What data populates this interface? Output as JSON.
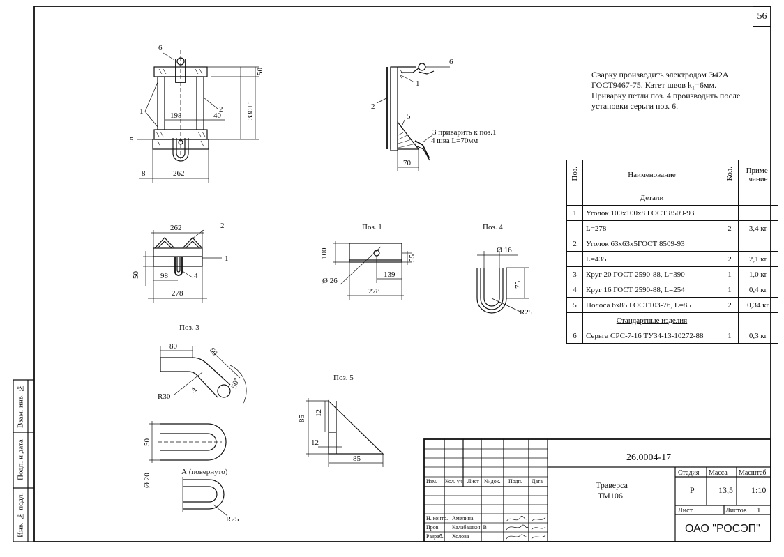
{
  "sheet_number": "56",
  "notes": [
    "Сварку производить электродом Э42А",
    "ГОСТ9467-75. Катет швов k₁=6мм.",
    "Приварку петли поз. 4 производить после",
    "установки серьги поз. 6."
  ],
  "spec_table": {
    "headers": {
      "pos": "Поз.",
      "name": "Наименование",
      "qty": "Кол.",
      "note": "Приме-\nчание"
    },
    "sections": {
      "details": "Детали",
      "standard": "Стандартные изделия"
    },
    "rows": [
      {
        "pos": "1",
        "name": "Уголок 100х100х8 ГОСТ 8509-93",
        "qty": "",
        "note": ""
      },
      {
        "pos": "",
        "name": "L=278",
        "qty": "2",
        "note": "3,4 кг"
      },
      {
        "pos": "2",
        "name": "Уголок 63х63х5ГОСТ 8509-93",
        "qty": "",
        "note": ""
      },
      {
        "pos": "",
        "name": "L=435",
        "qty": "2",
        "note": "2,1 кг"
      },
      {
        "pos": "3",
        "name": "Круг 20 ГОСТ 2590-88, L=390",
        "qty": "1",
        "note": "1,0 кг"
      },
      {
        "pos": "4",
        "name": "Круг 16 ГОСТ 2590-88, L=254",
        "qty": "1",
        "note": "0,4 кг"
      },
      {
        "pos": "5",
        "name": "Полоса 6х85 ГОСТ103-76, L=85",
        "qty": "2",
        "note": "0,34 кг"
      }
    ],
    "standard_rows": [
      {
        "pos": "6",
        "name": "Серьга СРС-7-16 ТУ34-13-10272-88",
        "qty": "1",
        "note": "0,3 кг"
      }
    ]
  },
  "title_block": {
    "doc_number": "26.0004-17",
    "title_line1": "Траверса",
    "title_line2": "ТМ106",
    "col_labels": [
      "Изм.",
      "Кол. уч.",
      "Лист",
      "№ док.",
      "Подп.",
      "Дата"
    ],
    "stage_label": "Стадия",
    "mass_label": "Масса",
    "scale_label": "Масштаб",
    "stage": "Р",
    "mass": "13,5",
    "scale": "1:10",
    "sheet_label": "Лист",
    "sheets_label": "Листов",
    "sheets": "1",
    "company": "ОАО \"РОСЭП\"",
    "roles": [
      {
        "role": "Н. контр.",
        "name": "Амелина"
      },
      {
        "role": "Пров.",
        "name": "Калабашкин В"
      },
      {
        "role": "Разраб.",
        "name": "Холова"
      }
    ]
  },
  "side_stamp": [
    "Взам. инв. №",
    "Подп. и дата",
    "Инв. № подл."
  ],
  "views": {
    "pos1": "Поз. 1",
    "pos3": "Поз. 3",
    "pos4": "Поз. 4",
    "pos5": "Поз. 5",
    "view_a": "А (повернуто)",
    "callout_weld1": "3 приварить к поз.1",
    "callout_weld2": "4 шва L=70мм"
  },
  "dims": {
    "front": {
      "d50": "50",
      "d330": "330±1",
      "d198": "198",
      "d40": "40",
      "d8": "8",
      "d262": "262"
    },
    "side": {
      "d70": "70"
    },
    "plan": {
      "d262": "262",
      "d50": "50",
      "d98": "98",
      "d278": "278"
    },
    "pos1": {
      "d100": "100",
      "d55": "55",
      "d139": "139",
      "d278": "278",
      "d26": "Ø 26"
    },
    "pos4": {
      "d16": "Ø 16",
      "d75": "75",
      "r25": "R25"
    },
    "pos3": {
      "d80": "80",
      "d60": "60",
      "ang": "50°",
      "r30": "R30",
      "a": "А",
      "d50": "50",
      "d20": "Ø 20",
      "r25": "R25"
    },
    "pos5": {
      "d85v": "85",
      "d12a": "12",
      "d12b": "12",
      "d85h": "85"
    }
  },
  "leaders": {
    "front": [
      "6",
      "1",
      "2",
      "5"
    ],
    "side": [
      "6",
      "1",
      "2",
      "5"
    ],
    "plan": [
      "2",
      "1",
      "4"
    ]
  }
}
